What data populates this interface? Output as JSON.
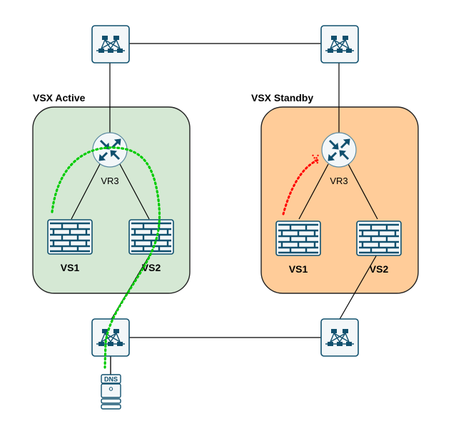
{
  "diagram": {
    "colors": {
      "active_fill": "#d5e8d4",
      "standby_fill": "#ffcc99",
      "icon_primary": "#10506e",
      "icon_bg": "#f3f7f9",
      "link": "#000000",
      "path_ok": "#00cc00",
      "path_blocked": "#ff0000"
    },
    "groups": [
      {
        "id": "active",
        "title": "VSX Active"
      },
      {
        "id": "standby",
        "title": "VSX Standby"
      }
    ],
    "nodes": {
      "switch_top_left": {
        "type": "switch"
      },
      "switch_top_right": {
        "type": "switch"
      },
      "switch_bottom_left": {
        "type": "switch"
      },
      "switch_bottom_right": {
        "type": "switch"
      },
      "active_vr3": {
        "type": "router",
        "label": "VR3"
      },
      "active_vs1": {
        "type": "firewall",
        "label": "VS1"
      },
      "active_vs2": {
        "type": "firewall",
        "label": "VS2"
      },
      "standby_vr3": {
        "type": "router",
        "label": "VR3"
      },
      "standby_vs1": {
        "type": "firewall",
        "label": "VS1"
      },
      "standby_vs2": {
        "type": "firewall",
        "label": "VS2"
      },
      "dns_server": {
        "type": "server",
        "label": "DNS"
      }
    },
    "links": [
      {
        "from": "switch_top_left",
        "to": "switch_top_right"
      },
      {
        "from": "switch_top_left",
        "to": "active_vr3"
      },
      {
        "from": "switch_top_right",
        "to": "standby_vr3"
      },
      {
        "from": "active_vr3",
        "to": "active_vs1"
      },
      {
        "from": "active_vr3",
        "to": "active_vs2"
      },
      {
        "from": "standby_vr3",
        "to": "standby_vs1"
      },
      {
        "from": "standby_vr3",
        "to": "standby_vs2"
      },
      {
        "from": "active_vs2",
        "to": "switch_bottom_left"
      },
      {
        "from": "standby_vs2",
        "to": "switch_bottom_right"
      },
      {
        "from": "switch_bottom_left",
        "to": "switch_bottom_right"
      },
      {
        "from": "switch_bottom_left",
        "to": "dns_server"
      }
    ],
    "flows": [
      {
        "id": "active-flow",
        "status": "allowed",
        "path": [
          "active_vs1",
          "active_vr3",
          "active_vs2",
          "switch_bottom_left",
          "dns_server"
        ]
      },
      {
        "id": "standby-flow",
        "status": "blocked",
        "path": [
          "standby_vs1",
          "standby_vr3"
        ]
      }
    ]
  }
}
